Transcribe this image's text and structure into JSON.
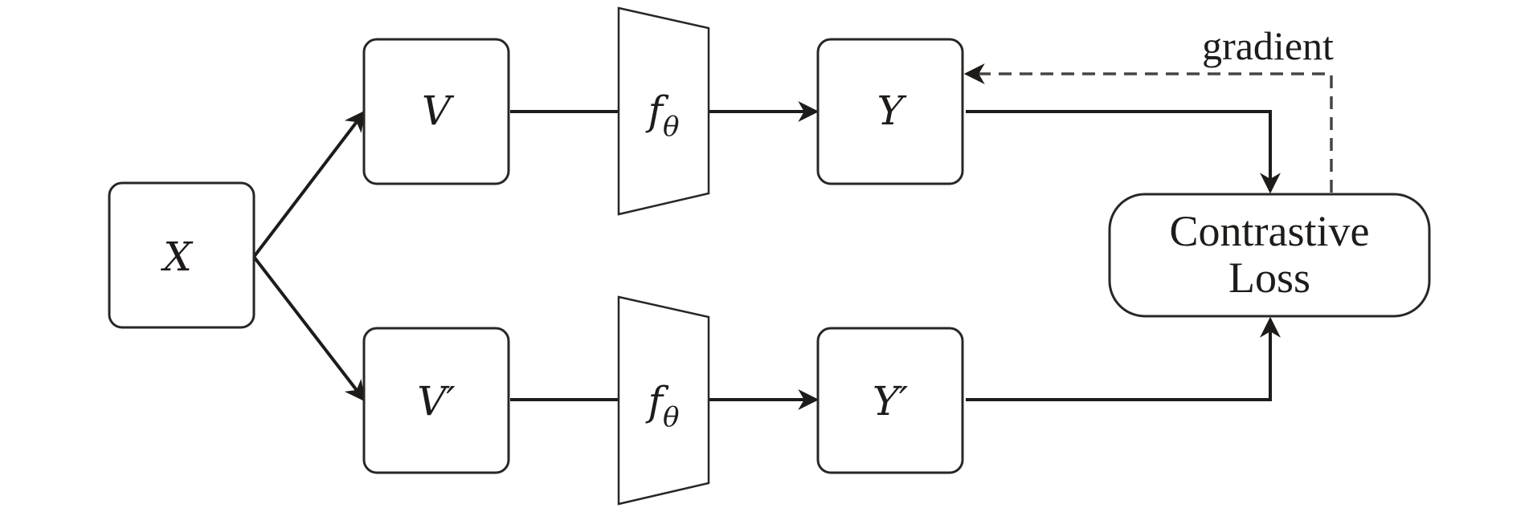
{
  "nodes": {
    "input": {
      "symbol": "X",
      "prime": ""
    },
    "view_top": {
      "symbol": "V",
      "prime": ""
    },
    "view_bottom": {
      "symbol": "V",
      "prime": "′"
    },
    "encoder_top": {
      "symbol": "f",
      "subscript": "θ"
    },
    "encoder_bottom": {
      "symbol": "f",
      "subscript": "θ"
    },
    "output_top": {
      "symbol": "Y",
      "prime": ""
    },
    "output_bottom": {
      "symbol": "Y",
      "prime": "′"
    },
    "loss": {
      "line1": "Contrastive",
      "line2": "Loss"
    }
  },
  "edges": {
    "gradient_label": "gradient"
  },
  "colors": {
    "stroke": "#2a2623",
    "arrow": "#1e1b19",
    "dashed": "#4a4441",
    "background": "#ffffff"
  }
}
